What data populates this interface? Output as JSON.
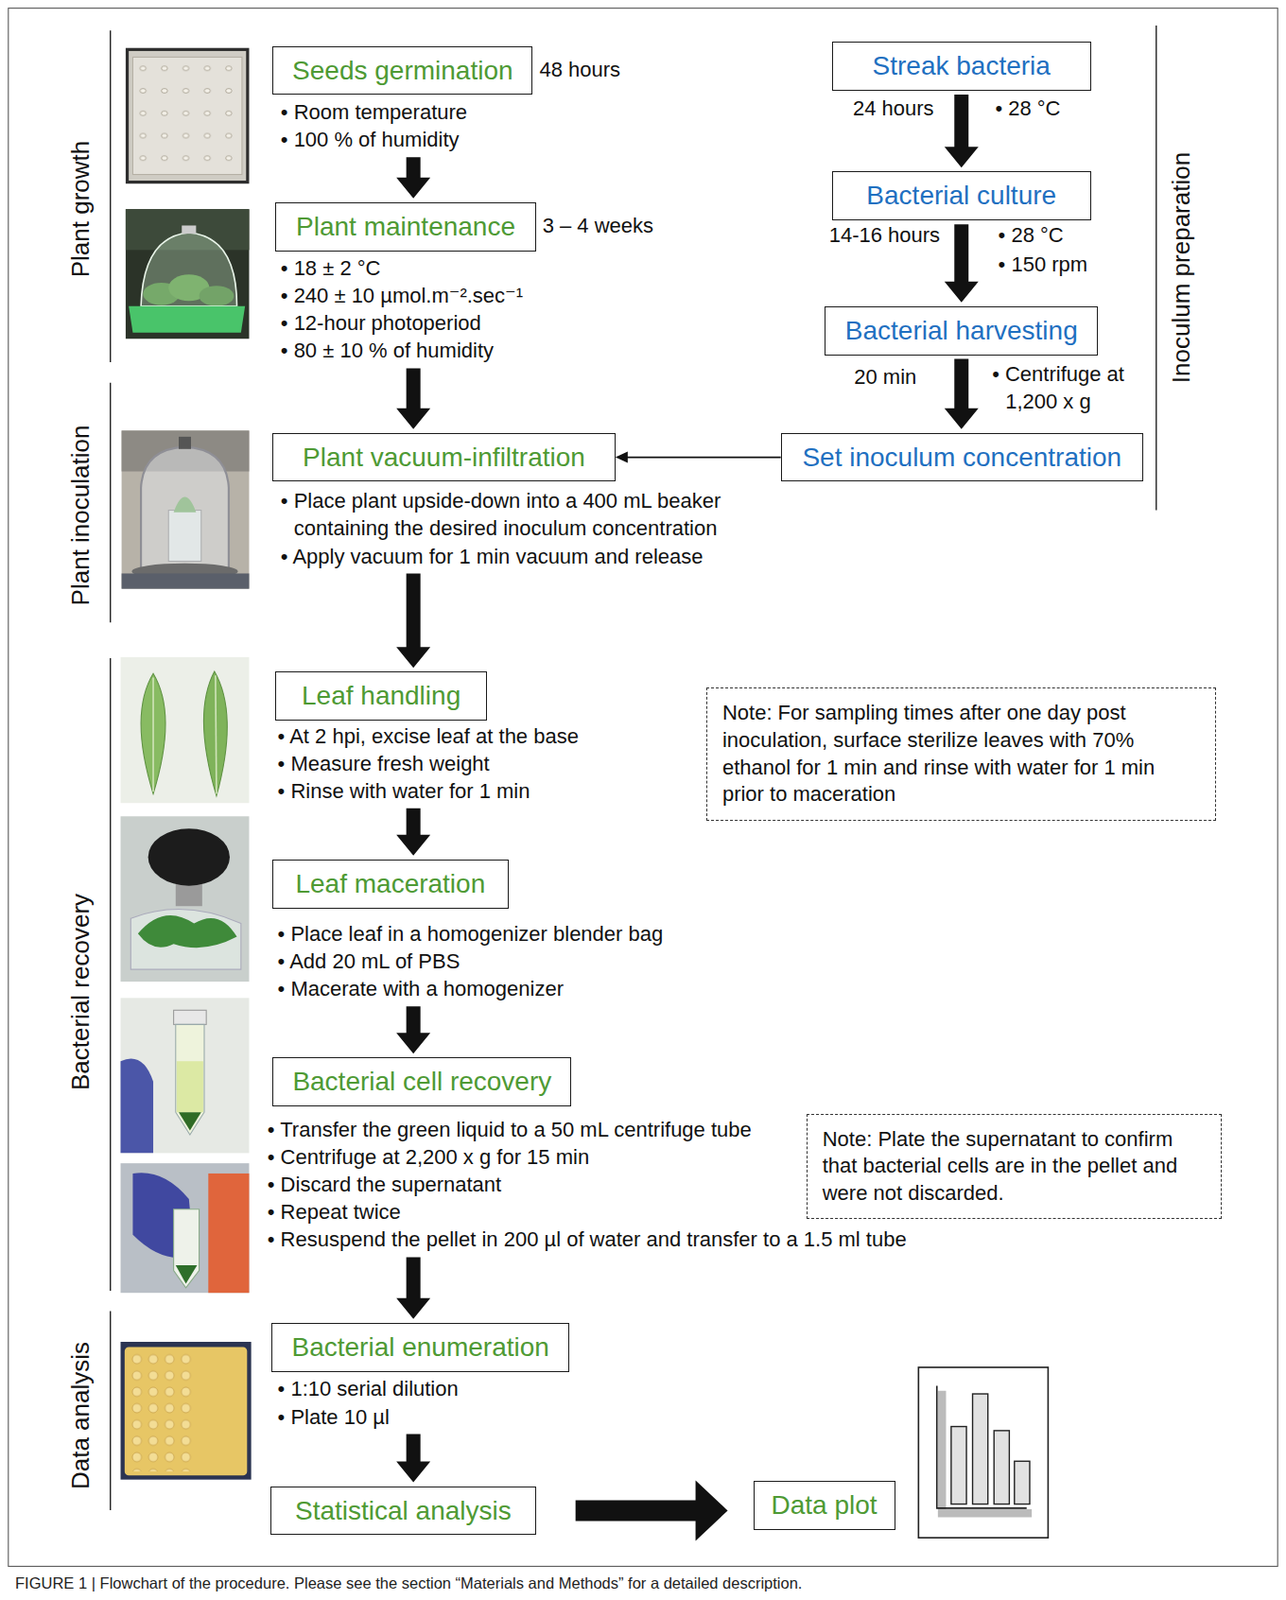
{
  "diagram": {
    "caption": "FIGURE 1 | Flowchart of the procedure. Please see the section “Materials and Methods” for a detailed description.",
    "nodes": [
      {
        "text": [
          "Seeds germination",
          "48 hours",
          "• Room temperature",
          "• 100 % of humidity"
        ]
      },
      {
        "text": [
          "Streak bacteria"
        ]
      },
      {
        "text": [
          "Bacterial culture"
        ]
      },
      {
        "text": [
          "Plant maintenance",
          "3 – 4 weeks",
          "• 18 ± 2 °C",
          "• 240 ± 10 µmol.m⁻².sec⁻¹",
          "• 12-hour photoperiod",
          "• 80 ± 10 % of humidity"
        ]
      },
      {
        "text": [
          "Bacterial harvesting"
        ]
      },
      {
        "text": [
          "Plant vacuum-infiltration",
          "• Place plant upside-down into a 400 mL beaker containing the desired inoculum concentration",
          "• Apply vacuum for 1 min vacuum and release"
        ]
      },
      {
        "text": [
          "Set inoculum concentration"
        ]
      },
      {
        "text": [
          "Leaf handling",
          "• At 2 hpi, excise leaf at the base",
          "• Measure fresh weight",
          "• Rinse with water for 1 min"
        ]
      },
      {
        "text": [
          "Note: For sampling times after one day post inoculation, surface sterilize leaves with 70% ethanol for 1 min and rinse with water for 1 min prior to maceration"
        ]
      },
      {
        "text": [
          "Leaf maceration",
          "• Place leaf in a homogenizer blender bag",
          "• Add 20 mL of PBS",
          "• Macerate with a homogenizer"
        ]
      },
      {
        "text": [
          "Bacterial cell recovery",
          "• Transfer the green liquid to a 50 mL centrifuge tube",
          "• Centrifuge at 2,200 x g for 15 min",
          "• Discard the supernatant",
          "• Repeat twice",
          "• Resuspend the pellet in 200 µl of water and transfer to a 1.5 ml tube"
        ]
      },
      {
        "text": [
          "Note: Plate the supernatant to confirm that bacterial cells are in the pellet and were not discarded."
        ]
      },
      {
        "text": [
          "Bacterial enumeration",
          "• 1:10 serial dilution",
          "• Plate 10 µl"
        ]
      },
      {
        "text": [
          "Statistical analysis"
        ]
      },
      {
        "text": [
          "Data plot"
        ]
      }
    ],
    "edges": [
      {
        "from": 0,
        "to": 3,
        "arrow": "to"
      },
      {
        "from": 1,
        "to": 2,
        "arrow": "to"
      },
      {
        "from": 2,
        "to": 4,
        "arrow": "to"
      },
      {
        "from": 3,
        "to": 5,
        "arrow": "to"
      },
      {
        "from": 4,
        "to": 6,
        "arrow": "to"
      },
      {
        "from": 6,
        "to": 5,
        "arrow": "to"
      },
      {
        "from": 5,
        "to": 7,
        "arrow": "to"
      },
      {
        "from": 7,
        "to": 9,
        "arrow": "to"
      },
      {
        "from": 9,
        "to": 10,
        "arrow": "to"
      },
      {
        "from": 10,
        "to": 12,
        "arrow": "to"
      },
      {
        "from": 12,
        "to": 13,
        "arrow": "to"
      },
      {
        "from": 13,
        "to": 14,
        "arrow": "to"
      }
    ],
    "labels": [
      "Plant growth",
      "24 hours",
      "• 28 °C",
      "14-16 hours",
      "• 28 °C",
      "• 150 rpm",
      "Inoculum preparation",
      "20 min",
      "• Centrifuge at 1,200 x g",
      "Plant inoculation",
      "Bacterial recovery",
      "Data analysis"
    ]
  }
}
